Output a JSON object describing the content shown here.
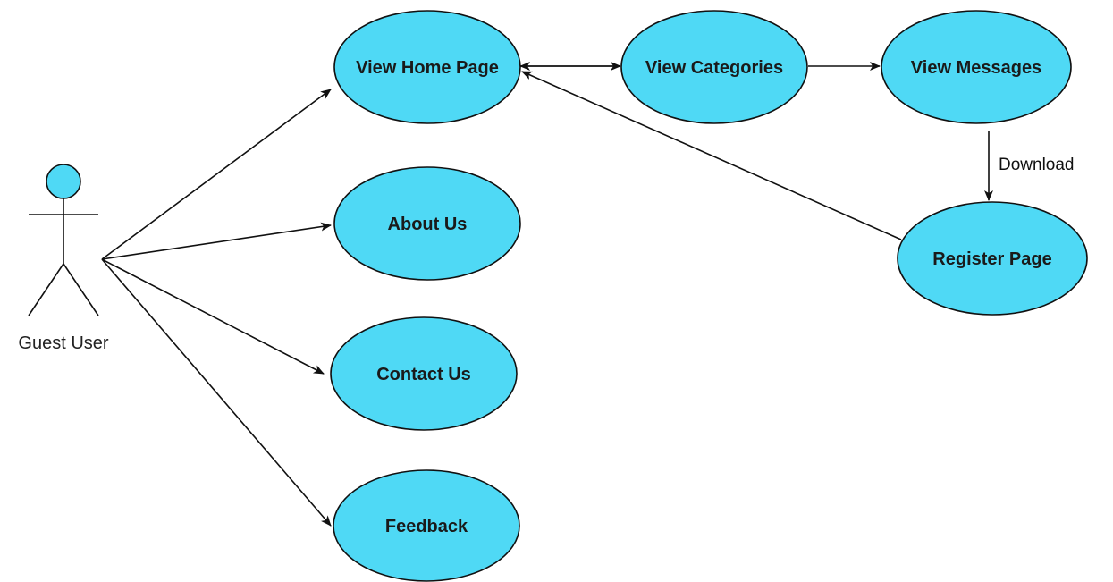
{
  "colors": {
    "usecase_fill": "#4fd9f5",
    "line": "#111111"
  },
  "actor": {
    "label": "Guest User",
    "icon": "stick-figure-actor-icon"
  },
  "use_cases": {
    "view_home_page": "View Home Page",
    "about_us": "About Us",
    "contact_us": "Contact Us",
    "feedback": "Feedback",
    "view_categories": "View Categories",
    "view_messages": "View Messages",
    "register_page": "Register Page"
  },
  "edges": {
    "download_label": "Download"
  }
}
